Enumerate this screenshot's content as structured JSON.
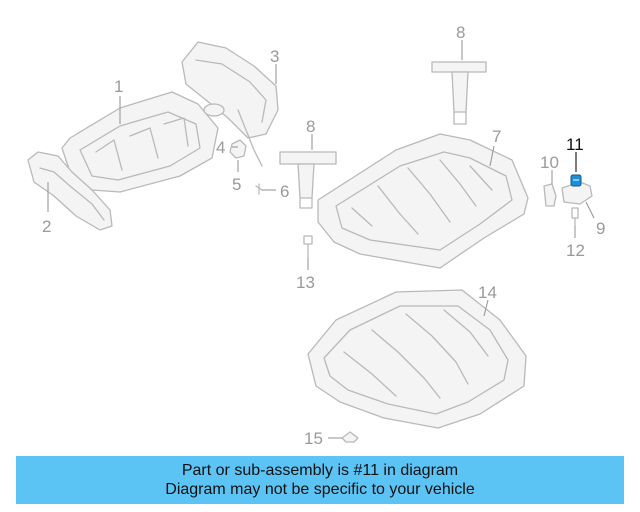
{
  "diagram": {
    "callouts": [
      "1",
      "2",
      "3",
      "4",
      "5",
      "6",
      "7",
      "8",
      "8",
      "9",
      "10",
      "11",
      "12",
      "13",
      "14",
      "15"
    ],
    "highlight_part": "11",
    "highlight_color": "#1a8fd8"
  },
  "banner": {
    "line1": "Part or sub-assembly is #11 in diagram",
    "line2": "Diagram may not be specific to your vehicle",
    "background": "#5bc4f5"
  }
}
